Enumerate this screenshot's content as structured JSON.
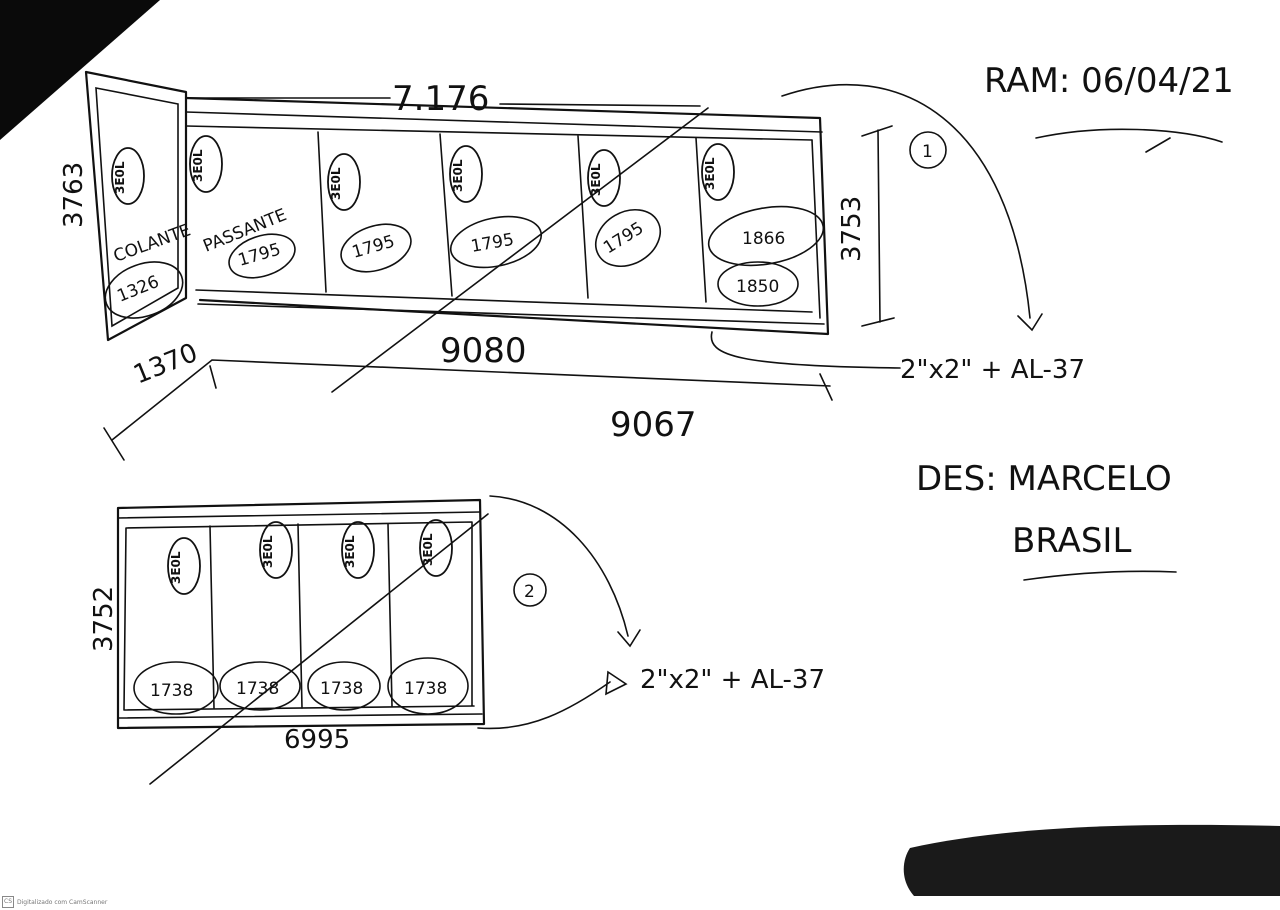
{
  "header": {
    "date_label": "RAM: 06/04/21",
    "designer_label": "DES: MARCELO",
    "designer_line2": "BRASIL"
  },
  "sketch_1": {
    "marker": "1",
    "top_length": "7.176",
    "height_left": "3763",
    "height_right": "3753",
    "bottom_left_width": "1370",
    "bottom_inner_length": "9080",
    "overall_length": "9067",
    "section_labels": [
      "COLANTE",
      "PASSANTE"
    ],
    "stamp_text": "3E0L",
    "panel_widths": [
      "1326",
      "1795",
      "1795",
      "1795",
      "1795",
      "1866",
      "1850"
    ],
    "profile_note": "2\"x2\" + AL-37"
  },
  "sketch_2": {
    "marker": "2",
    "height_left": "3752",
    "overall_length": "6995",
    "stamp_text": "3E0L",
    "panel_widths": [
      "1738",
      "1738",
      "1738",
      "1738"
    ],
    "profile_note": "2\"x2\" + AL-37"
  },
  "footer": {
    "scanner_tag": "CS",
    "scanner_text": "Digitalizado com CamScanner"
  }
}
